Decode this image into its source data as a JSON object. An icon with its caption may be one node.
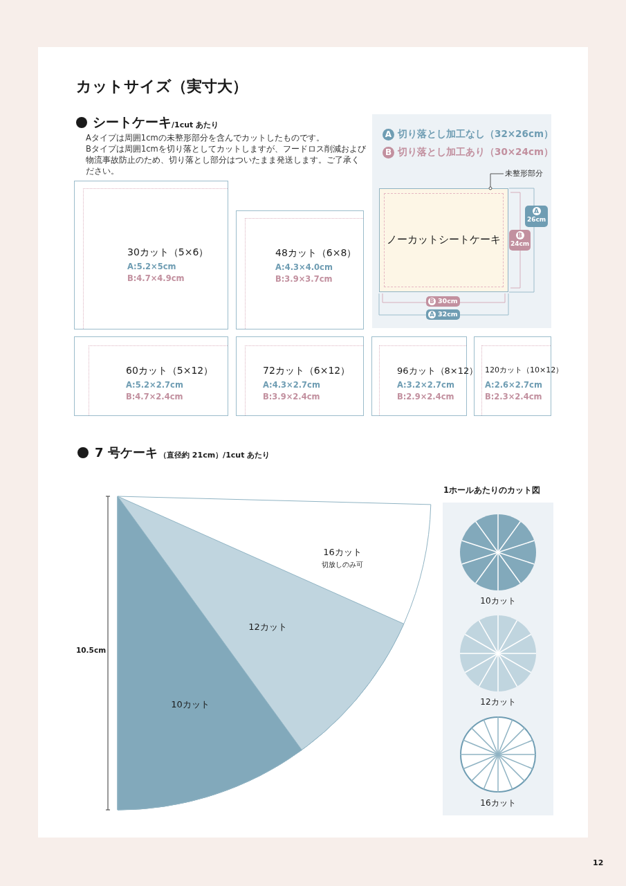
{
  "diagram": {
    "title": "カットサイズ（実寸大）",
    "nodes": [
      {
        "text": [
          "30カット（5×6）",
          "A:5.2×5cm",
          "B:4.7×4.9cm"
        ]
      },
      {
        "text": [
          "48カット（6×8）",
          "A:4.3×4.0cm",
          "B:3.9×3.7cm"
        ]
      },
      {
        "text": [
          "60カット（5×12）",
          "A:5.2×2.7cm",
          "B:4.7×2.4cm"
        ]
      },
      {
        "text": [
          "72カット（6×12）",
          "A:4.3×2.7cm",
          "B:3.9×2.4cm"
        ]
      },
      {
        "text": [
          "96カット（8×12）",
          "A:3.2×2.7cm",
          "B:2.9×2.4cm"
        ]
      },
      {
        "text": [
          "120カット（10×12）",
          "A:2.6×2.7cm",
          "B:2.3×2.4cm"
        ]
      },
      {
        "text": [
          "A",
          "切り落とし加工なし（32×26cm）",
          "B",
          "切り落とし加工あり（30×24cm）"
        ]
      },
      {
        "text": [
          "ノーカットシートケーキ"
        ],
        "in": 6
      },
      {
        "text": [
          "未整形部分"
        ],
        "in": 6
      },
      {
        "text": [
          "16カット",
          "切放しのみ可"
        ]
      },
      {
        "text": [
          "12カット"
        ],
        "in": 9
      },
      {
        "text": [
          "10カット"
        ],
        "in": 10
      },
      {
        "text": [
          "1ホールあたりのカット図"
        ]
      },
      {
        "text": [],
        "shape": "circle",
        "in": 12,
        "beside": [
          "10カット"
        ]
      },
      {
        "text": [],
        "shape": "circle",
        "in": 12,
        "beside": [
          "12カット"
        ]
      },
      {
        "text": [],
        "shape": "circle",
        "in": 12,
        "beside": [
          "16カット"
        ]
      }
    ],
    "edges": [
      {
        "from": 8,
        "to": 7,
        "arrow": "other"
      }
    ],
    "labels": [
      "シートケーキ",
      "/1cut あたり",
      "Aタイプは周囲1cmの未整形部分を含んでカットしたものです。",
      "Bタイプは周囲1cmを切り落としてカットしますが、フードロス削減および物流事故防止のため、切り落とし部分はついたまま発送します。ご了承ください。",
      "A",
      "26cm",
      "B",
      "24cm",
      "B",
      "30cm",
      "A",
      "32cm",
      "7 号ケーキ",
      "（直径約 21cm）/1cut あたり",
      "10.5cm",
      "12"
    ]
  }
}
